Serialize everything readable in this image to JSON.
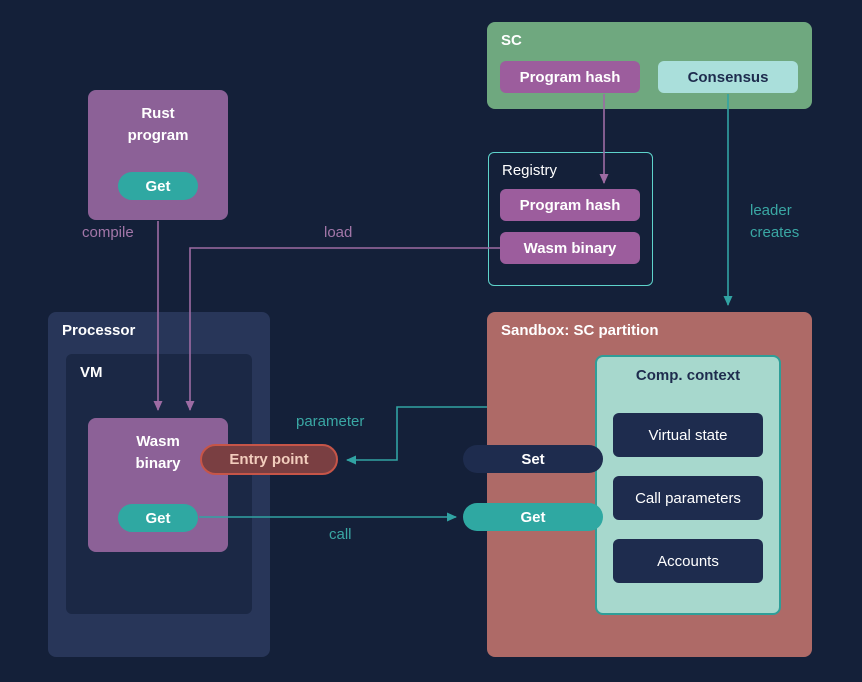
{
  "colors": {
    "background": "#142039",
    "purple_box": "#8c6197",
    "purple_button": "#9c5d9d",
    "teal": "#2fa8a2",
    "green": "#6fa87f",
    "light_teal_button": "#aadfdb",
    "sandbox_red": "#ae6a67",
    "comp_context_bg": "#a7d8cd",
    "navy_button": "#1e2c4e",
    "entry_point_bg": "#7a3f42",
    "entry_point_border": "#c65548",
    "arrow_purple": "#9d6ba3",
    "arrow_teal": "#31a3a3"
  },
  "sc": {
    "title": "SC",
    "program_hash_label": "Program hash",
    "consensus_label": "Consensus"
  },
  "rust_program": {
    "title": "Rust program",
    "get_label": "Get"
  },
  "registry": {
    "title": "Registry",
    "program_hash_label": "Program hash",
    "wasm_binary_label": "Wasm binary"
  },
  "processor": {
    "title": "Processor",
    "vm_title": "VM",
    "wasm_binary_title": "Wasm binary",
    "get_label": "Get"
  },
  "entry_point": {
    "label": "Entry point"
  },
  "sandbox": {
    "title": "Sandbox: SC partition",
    "comp_context": {
      "title": "Comp. context",
      "items": [
        "Virtual state",
        "Call parameters",
        "Accounts"
      ]
    },
    "set_label": "Set",
    "get_label": "Get"
  },
  "edge_labels": {
    "compile": "compile",
    "load": "load",
    "parameter": "parameter",
    "call": "call",
    "leader_creates": "leader creates"
  }
}
